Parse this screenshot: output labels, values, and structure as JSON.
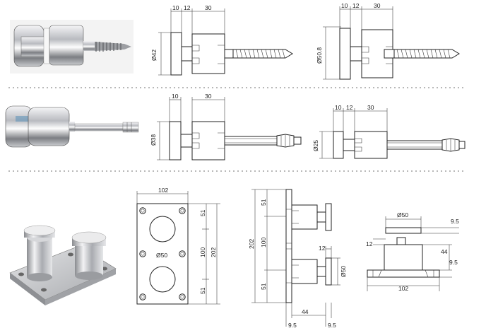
{
  "row1": {
    "left_drawing": {
      "dim_a": "10",
      "dim_b": "12",
      "dim_c": "30",
      "diameter": "Ø42"
    },
    "right_drawing": {
      "dim_a": "10",
      "dim_b": "12",
      "dim_c": "30",
      "diameter": "Ø50.8"
    }
  },
  "row2": {
    "left_drawing": {
      "dim_a": "10",
      "dim_c": "30",
      "diameter": "Ø38"
    },
    "right_drawing": {
      "dim_a": "10",
      "dim_b": "12",
      "dim_c": "30",
      "diameter": "Ø25"
    }
  },
  "row3": {
    "front_view": {
      "width": "102",
      "height": "202",
      "upper_offset": "51",
      "center_spacing": "100",
      "lower_offset": "51",
      "hole_diameter": "Ø50"
    },
    "side_view": {
      "height": "202",
      "upper_offset": "51",
      "center_spacing": "100",
      "lower_offset": "51",
      "cap_thickness": "12",
      "cap_diameter": "Ø50",
      "standoff_length": "44",
      "plate_thickness_left": "9.5",
      "plate_thickness_right": "9.5"
    },
    "top_view": {
      "cap_diameter": "Ø50",
      "cap_thickness": "12",
      "top_right": "9.5",
      "body_height": "44",
      "plate_thickness": "9.5",
      "base_width": "102"
    }
  },
  "colors": {
    "line": "#222222",
    "separator": "#555555",
    "metal_light": "#e8e8ea",
    "metal_dark": "#6a6c70"
  }
}
